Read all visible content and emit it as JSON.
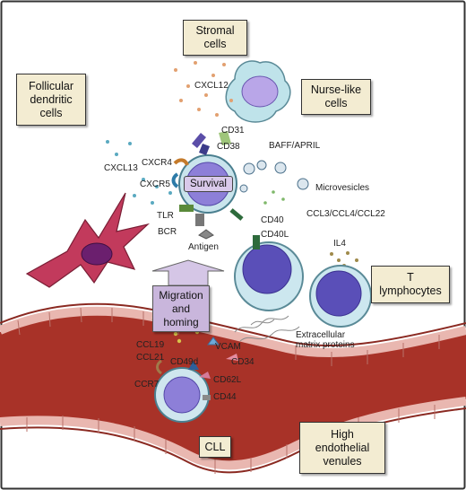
{
  "boxes": {
    "stromal": "Stromal\ncells",
    "follicular": "Follicular\ndendritic\ncells",
    "nurse": "Nurse-like\ncells",
    "t_lymphocytes": "T\nlymphocytes",
    "hev": "High\nendothelial\nvenules",
    "cll": "CLL",
    "migration": "Migration\nand\nhoming",
    "survival": "Survival"
  },
  "labels": {
    "cxcl12": "CXCL12",
    "cxcl13": "CXCL13",
    "cd31": "CD31",
    "cd38": "CD38",
    "baff_april": "BAFF/APRIL",
    "cxcr4": "CXCR4",
    "cxcr5": "CXCR5",
    "microvesicles": "Microvesicles",
    "tlr": "TLR",
    "bcr": "BCR",
    "antigen": "Antigen",
    "cd40": "CD40",
    "cd40l": "CD40L",
    "ccl3": "CCL3/CCL4/CCL22",
    "il4": "IL4",
    "extracellular": "Extracellular\nmatrix proteins",
    "ccl19": "CCL19",
    "ccl21": "CCL21",
    "vcam": "VCAM",
    "cd49d": "CD49d",
    "cd34": "CD34",
    "ccr7": "CCR7",
    "cd62l": "CD62L",
    "cd44": "CD44"
  },
  "colors": {
    "box_fill": "#f3ecd2",
    "vessel": "#a83228",
    "vessel_light": "#e9b7b0",
    "fdc": "#c23a5c",
    "cell_body": "#d6ecf2",
    "nucleus": "#7a6fd0",
    "migration_fill": "#c9b6dc"
  },
  "icons": [
    "frame",
    "stromal-cell",
    "follicular-dendritic-cell",
    "cll-cell",
    "t-cell",
    "blood-vessel",
    "migration-arrow",
    "microvesicle",
    "chemokine-dots"
  ]
}
